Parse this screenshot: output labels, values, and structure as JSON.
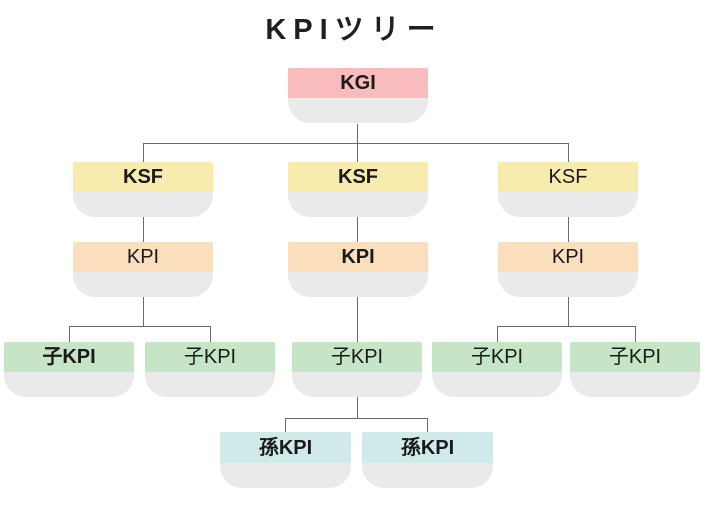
{
  "title": "KPIツリー",
  "levels": {
    "kgi": {
      "name": "KGI",
      "color": "#f9bcbc"
    },
    "ksf": {
      "name": "KSF",
      "color": "#f8ebae"
    },
    "kpi": {
      "name": "KPI",
      "color": "#fbdfbd"
    },
    "child_kpi": {
      "name": "子KPI",
      "color": "#c6e5c6"
    },
    "grandchild_kpi": {
      "name": "孫KPI",
      "color": "#d0eaea"
    }
  },
  "node_body_color": "#eaeaea",
  "connector_color": "#6b6b6b",
  "text_color": "#1a1a1a",
  "nodes": [
    {
      "id": "kgi",
      "label": "KGI",
      "level": "kgi",
      "bold": true,
      "parent": null
    },
    {
      "id": "ksf-1",
      "label": "KSF",
      "level": "ksf",
      "bold": true,
      "parent": "kgi"
    },
    {
      "id": "ksf-2",
      "label": "KSF",
      "level": "ksf",
      "bold": true,
      "parent": "kgi"
    },
    {
      "id": "ksf-3",
      "label": "KSF",
      "level": "ksf",
      "bold": false,
      "parent": "kgi"
    },
    {
      "id": "kpi-1",
      "label": "KPI",
      "level": "kpi",
      "bold": false,
      "parent": "ksf-1"
    },
    {
      "id": "kpi-2",
      "label": "KPI",
      "level": "kpi",
      "bold": true,
      "parent": "ksf-2"
    },
    {
      "id": "kpi-3",
      "label": "KPI",
      "level": "kpi",
      "bold": false,
      "parent": "ksf-3"
    },
    {
      "id": "child-kpi-1",
      "label": "子KPI",
      "level": "child_kpi",
      "bold": true,
      "parent": "kpi-1"
    },
    {
      "id": "child-kpi-2",
      "label": "子KPI",
      "level": "child_kpi",
      "bold": false,
      "parent": "kpi-1"
    },
    {
      "id": "child-kpi-3",
      "label": "子KPI",
      "level": "child_kpi",
      "bold": false,
      "parent": "kpi-2"
    },
    {
      "id": "child-kpi-4",
      "label": "子KPI",
      "level": "child_kpi",
      "bold": false,
      "parent": "kpi-3"
    },
    {
      "id": "child-kpi-5",
      "label": "子KPI",
      "level": "child_kpi",
      "bold": false,
      "parent": "kpi-3"
    },
    {
      "id": "grandchild-kpi-1",
      "label": "孫KPI",
      "level": "grandchild_kpi",
      "bold": true,
      "parent": "child-kpi-3"
    },
    {
      "id": "grandchild-kpi-2",
      "label": "孫KPI",
      "level": "grandchild_kpi",
      "bold": true,
      "parent": "child-kpi-3"
    }
  ]
}
